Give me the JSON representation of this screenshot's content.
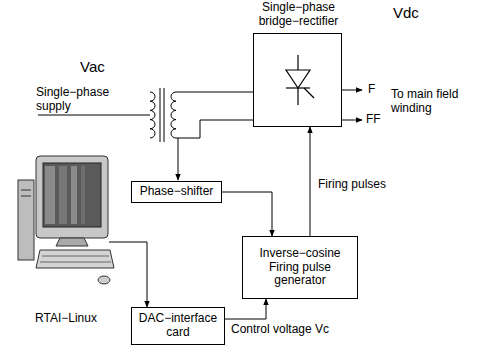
{
  "diagram": {
    "nodes": [
      {
        "text": [
          "Single−phase bridge−rectifier"
        ]
      },
      {
        "text": [
          "Phase−shifter"
        ]
      },
      {
        "text": [
          "RTAI−Linux"
        ]
      },
      {
        "text": [
          "Inverse−cosine Firing pulse generator"
        ]
      },
      {
        "text": [
          "DAC−interface card"
        ]
      }
    ],
    "edges": [
      {
        "from": 1,
        "to": 3,
        "arrow": "to"
      },
      {
        "from": 3,
        "to": 0,
        "label": "Firing pulses",
        "arrow": "to"
      },
      {
        "from": 2,
        "to": 4,
        "arrow": "to"
      },
      {
        "from": 4,
        "to": 3,
        "label": "Control voltage Vc",
        "arrow": "to"
      }
    ],
    "labels": [
      "Vac",
      "Single−phase supply",
      "Vdc",
      "F",
      "FF",
      "To main field winding"
    ]
  }
}
